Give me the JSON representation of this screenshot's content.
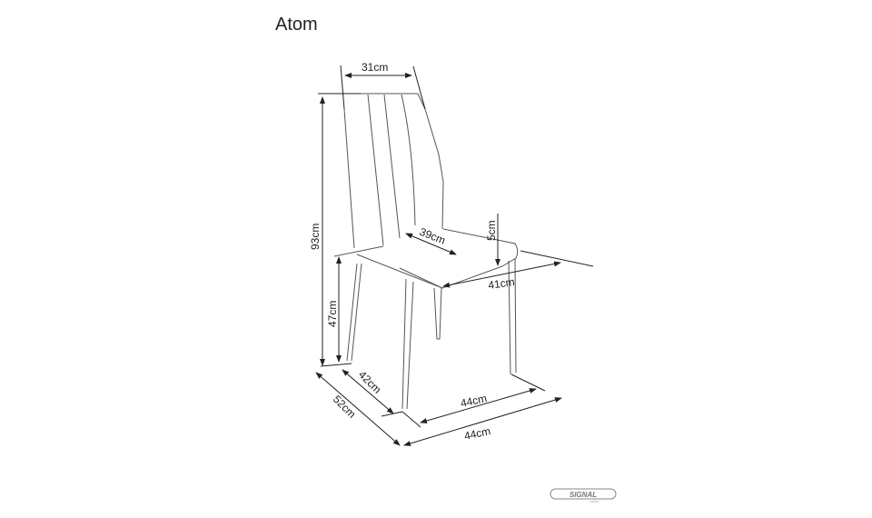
{
  "title": "Atom",
  "dimensions": {
    "back_width": "31cm",
    "total_height": "93cm",
    "seat_depth": "39cm",
    "seat_thickness": "5cm",
    "seat_width": "41cm",
    "seat_height": "47cm",
    "leg_depth": "42cm",
    "total_depth": "52cm",
    "leg_width": "44cm",
    "total_width": "44cm"
  },
  "logo": {
    "text": "SIGNAL",
    "subtext": "meble"
  }
}
